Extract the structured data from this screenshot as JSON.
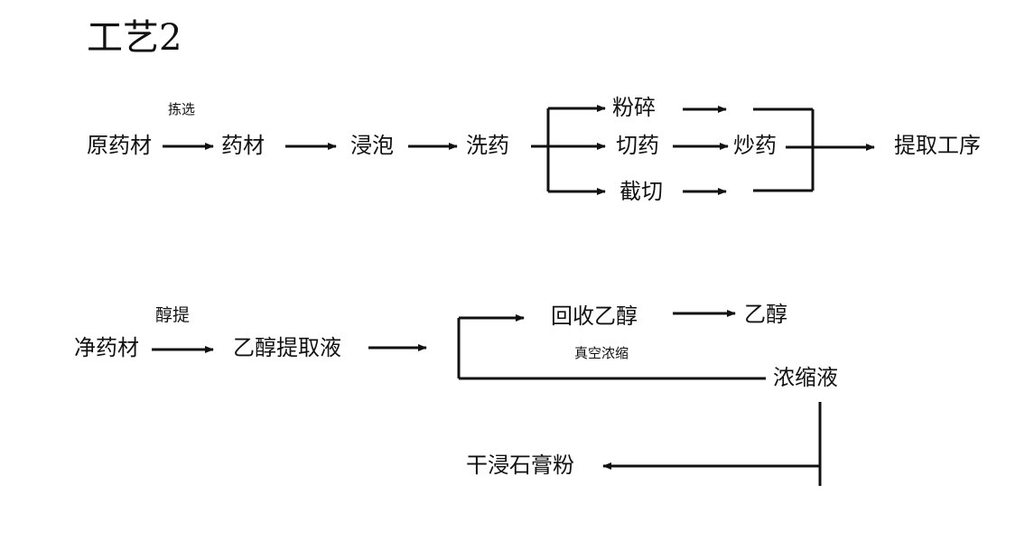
{
  "title": "工艺2",
  "process1": {
    "label_pick": "拣选",
    "raw_material": "原药材",
    "material": "药材",
    "soak": "浸泡",
    "wash": "洗药",
    "grind": "粉碎",
    "cut": "切药",
    "segment_cut": "截切",
    "stir_fry": "炒药",
    "extraction_process": "提取工序"
  },
  "process2": {
    "label_alcohol_extract": "醇提",
    "clean_material": "净药材",
    "ethanol_extract_liquid": "乙醇提取液",
    "recover_ethanol": "回收乙醇",
    "ethanol": "乙醇",
    "label_vacuum_concentrate": "真空浓缩",
    "concentrate": "浓缩液",
    "dry_gypsum_powder": "干浸石膏粉"
  },
  "colors": {
    "line": "#111111",
    "background": "#ffffff"
  }
}
